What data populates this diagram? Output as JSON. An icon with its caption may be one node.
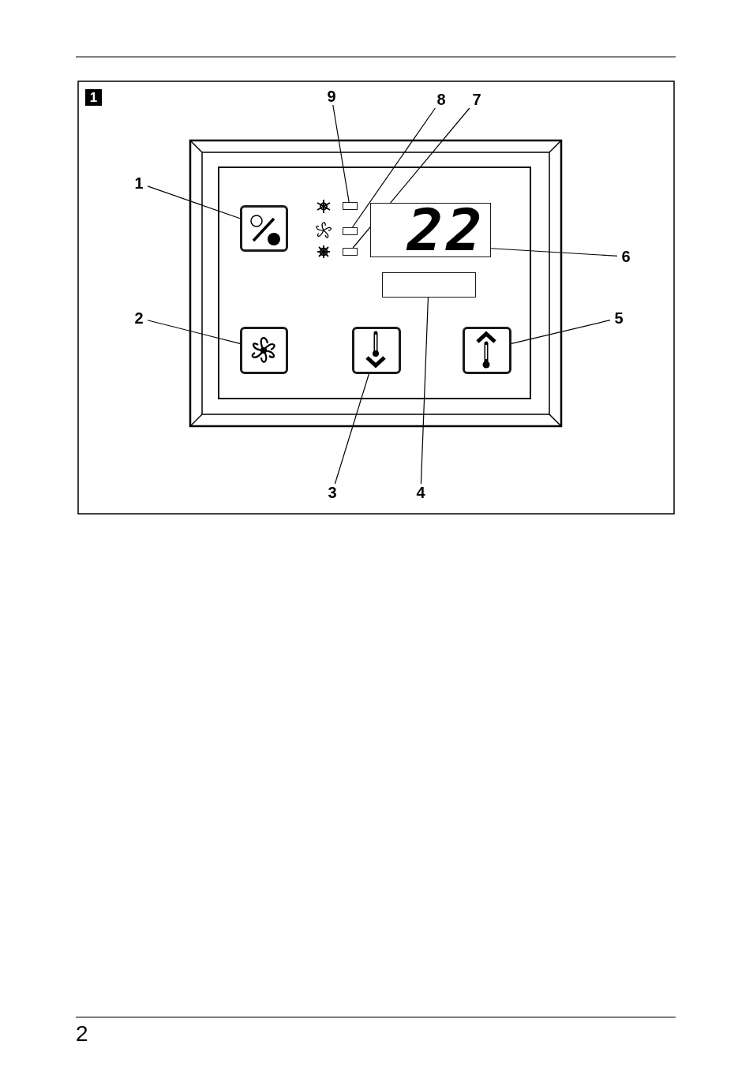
{
  "diagram": {
    "nodes": [
      {
        "text": [
          "1"
        ]
      },
      {
        "text": [
          "2"
        ]
      },
      {
        "text": [
          "3"
        ]
      },
      {
        "text": [
          "4"
        ]
      },
      {
        "text": [
          "5"
        ]
      },
      {
        "text": [
          "6"
        ]
      },
      {
        "text": [
          "7"
        ]
      },
      {
        "text": [
          "8"
        ]
      },
      {
        "text": [
          "9"
        ]
      },
      {
        "text": [],
        "shape": "box"
      },
      {
        "text": [],
        "shape": "box"
      },
      {
        "text": [],
        "shape": "box"
      },
      {
        "text": [],
        "shape": "box"
      },
      {
        "text": [
          "22"
        ]
      },
      {
        "text": [],
        "shape": "box"
      },
      {
        "text": [],
        "shape": "box"
      },
      {
        "text": [],
        "shape": "box"
      },
      {
        "text": [],
        "shape": "box"
      }
    ],
    "edges": [
      {
        "from": 0,
        "to": 9,
        "arrow": "none"
      },
      {
        "from": 1,
        "to": 10,
        "arrow": "none"
      },
      {
        "from": 2,
        "to": 11,
        "arrow": "none"
      },
      {
        "from": 3,
        "to": 14,
        "arrow": "none"
      },
      {
        "from": 4,
        "to": 12,
        "arrow": "none"
      },
      {
        "from": 5,
        "to": 13,
        "arrow": "none"
      },
      {
        "from": 6,
        "to": 17,
        "arrow": "none"
      },
      {
        "from": 7,
        "to": 16,
        "arrow": "none"
      },
      {
        "from": 8,
        "to": 15,
        "arrow": "none"
      }
    ],
    "labels": [
      "1",
      "2"
    ]
  }
}
